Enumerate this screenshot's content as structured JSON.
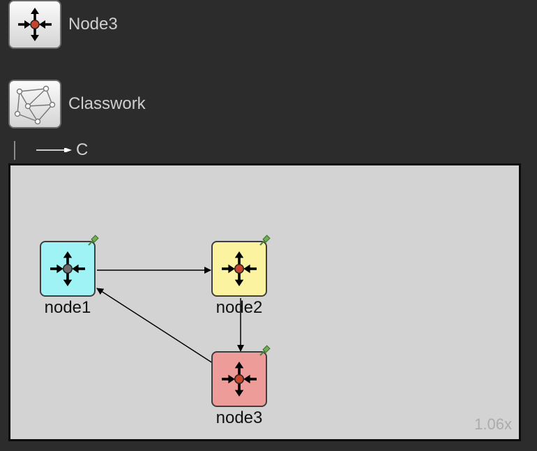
{
  "palette": {
    "items": [
      {
        "label": "Node3",
        "icon": "move-node-icon"
      },
      {
        "label": "Classwork",
        "icon": "network-graph-icon"
      }
    ]
  },
  "connection": {
    "label": "C"
  },
  "canvas": {
    "nodes": [
      {
        "id": "node1",
        "label": "node1",
        "color": "#9ff3f5",
        "center_dot": "#6b6b6b"
      },
      {
        "id": "node2",
        "label": "node2",
        "color": "#fbf3a0",
        "center_dot": "#c4442d"
      },
      {
        "id": "node3",
        "label": "node3",
        "color": "#ee9c9a",
        "center_dot": "#c4442d"
      }
    ],
    "edges": [
      {
        "from": "node1",
        "to": "node2"
      },
      {
        "from": "node2",
        "to": "node3"
      },
      {
        "from": "node3",
        "to": "node1"
      }
    ],
    "zoom": "1.06x"
  }
}
